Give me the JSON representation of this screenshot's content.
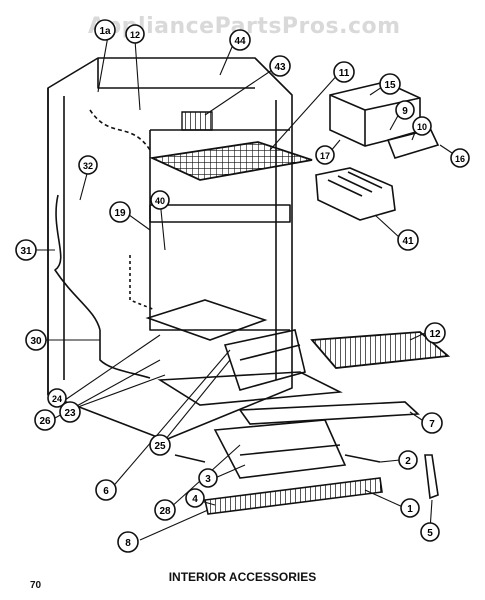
{
  "watermark": "AppliancePartsPros.com",
  "page_number": "70",
  "caption": "INTERIOR ACCESSORIES",
  "callouts": [
    {
      "id": "c1a",
      "label": "1a"
    },
    {
      "id": "c12top",
      "label": "12"
    },
    {
      "id": "c44",
      "label": "44"
    },
    {
      "id": "c43",
      "label": "43"
    },
    {
      "id": "c11",
      "label": "11"
    },
    {
      "id": "c15",
      "label": "15"
    },
    {
      "id": "c9",
      "label": "9"
    },
    {
      "id": "c10",
      "label": "10"
    },
    {
      "id": "c17",
      "label": "17"
    },
    {
      "id": "c16",
      "label": "16"
    },
    {
      "id": "c41",
      "label": "41"
    },
    {
      "id": "c32",
      "label": "32"
    },
    {
      "id": "c19",
      "label": "19"
    },
    {
      "id": "c40",
      "label": "40"
    },
    {
      "id": "c31",
      "label": "31"
    },
    {
      "id": "c30",
      "label": "30"
    },
    {
      "id": "c12",
      "label": "12"
    },
    {
      "id": "c24",
      "label": "24"
    },
    {
      "id": "c26",
      "label": "26"
    },
    {
      "id": "c23",
      "label": "23"
    },
    {
      "id": "c7",
      "label": "7"
    },
    {
      "id": "c25",
      "label": "25"
    },
    {
      "id": "c6",
      "label": "6"
    },
    {
      "id": "c28",
      "label": "28"
    },
    {
      "id": "c2",
      "label": "2"
    },
    {
      "id": "c3",
      "label": "3"
    },
    {
      "id": "c4",
      "label": "4"
    },
    {
      "id": "c1",
      "label": "1"
    },
    {
      "id": "c5",
      "label": "5"
    },
    {
      "id": "c8",
      "label": "8"
    }
  ]
}
